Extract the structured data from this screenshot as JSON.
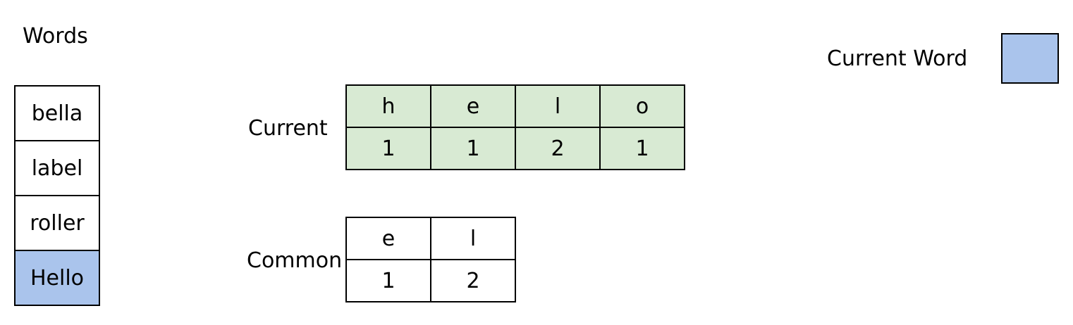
{
  "words_label": "Words",
  "words": [
    "bella",
    "label",
    "roller",
    "Hello"
  ],
  "active_word_index": 3,
  "current_label": "Current",
  "current_table": {
    "letters": [
      "h",
      "e",
      "l",
      "o"
    ],
    "counts": [
      "1",
      "1",
      "2",
      "1"
    ]
  },
  "common_label": "Common",
  "common_table": {
    "letters": [
      "e",
      "l"
    ],
    "counts": [
      "1",
      "2"
    ]
  },
  "current_word_label": "Current Word",
  "colors": {
    "active_fill": "#aac4ec",
    "current_table_fill": "#d8ead3",
    "border": "#000000"
  }
}
